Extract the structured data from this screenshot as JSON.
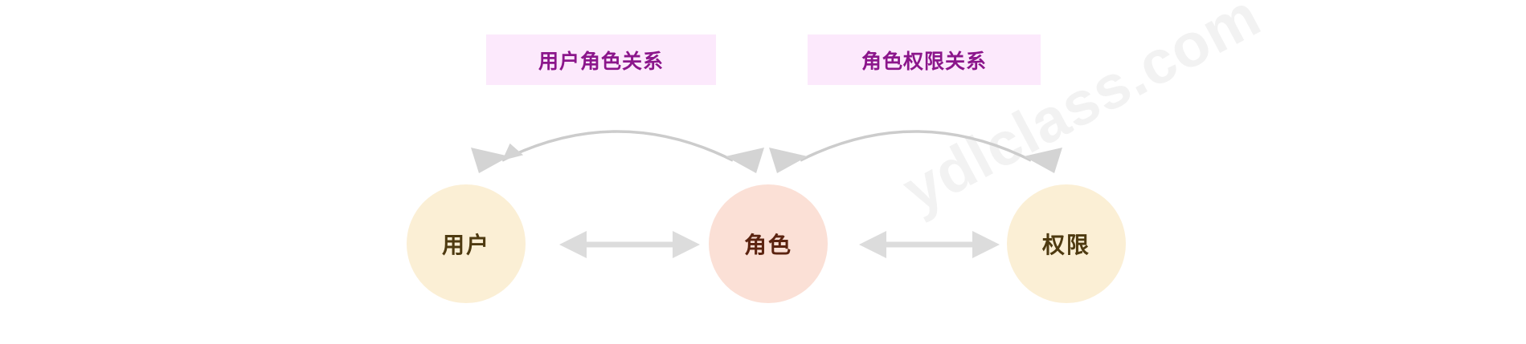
{
  "diagram": {
    "title_hidden": "RBAC 用户角色权限关系图",
    "background_color": "#ffffff",
    "watermark": {
      "text": "ydlclass.com",
      "color": "#f2f2f2"
    },
    "relation_labels": [
      {
        "id": "user-role",
        "text": "用户角色关系",
        "background_color": "#fce9fc",
        "text_color": "#8b168b"
      },
      {
        "id": "role-permission",
        "text": "角色权限关系",
        "background_color": "#fce9fc",
        "text_color": "#8b168b"
      }
    ],
    "nodes": [
      {
        "id": "user",
        "label": "用户",
        "fill_color": "#fbefd5",
        "text_color": "#4e3a10"
      },
      {
        "id": "role",
        "label": "角色",
        "fill_color": "#fbe0d6",
        "text_color": "#5b2310"
      },
      {
        "id": "permission",
        "label": "权限",
        "fill_color": "#fbefd5",
        "text_color": "#4e3a10"
      }
    ],
    "connectors": [
      {
        "id": "user-role-straight",
        "from": "user",
        "to": "role",
        "style": "double-headed-straight",
        "color": "#dcdcdc"
      },
      {
        "id": "role-permission-straight",
        "from": "role",
        "to": "permission",
        "style": "double-headed-straight",
        "color": "#dcdcdc"
      },
      {
        "id": "user-role-arc",
        "from": "user",
        "to": "role",
        "style": "double-headed-arc",
        "color": "#cccccc"
      },
      {
        "id": "role-permission-arc",
        "from": "role",
        "to": "permission",
        "style": "double-headed-arc",
        "color": "#cccccc"
      }
    ]
  }
}
